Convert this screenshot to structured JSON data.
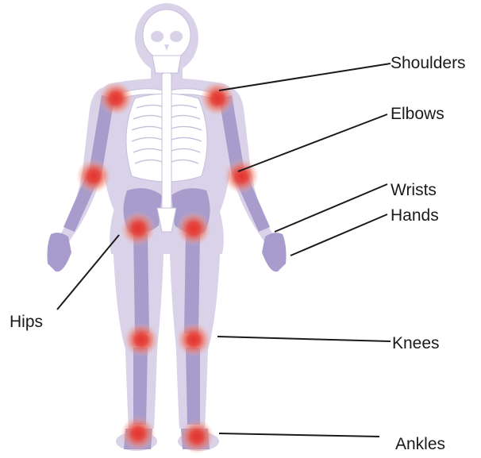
{
  "labels": {
    "shoulders": "Shoulders",
    "elbows": "Elbows",
    "wrists": "Wrists",
    "hands": "Hands",
    "hips": "Hips",
    "knees": "Knees",
    "ankles": "Ankles"
  },
  "colors": {
    "body_silhouette": "#d9d2e8",
    "bone": "#a79ccb",
    "skeleton_white": "#ffffff",
    "joint_glow": "#e2322e",
    "leader_line": "#1a1a1a"
  },
  "icons": {
    "figure": "human-skeleton-figure",
    "joint": "inflamed-joint-marker"
  }
}
